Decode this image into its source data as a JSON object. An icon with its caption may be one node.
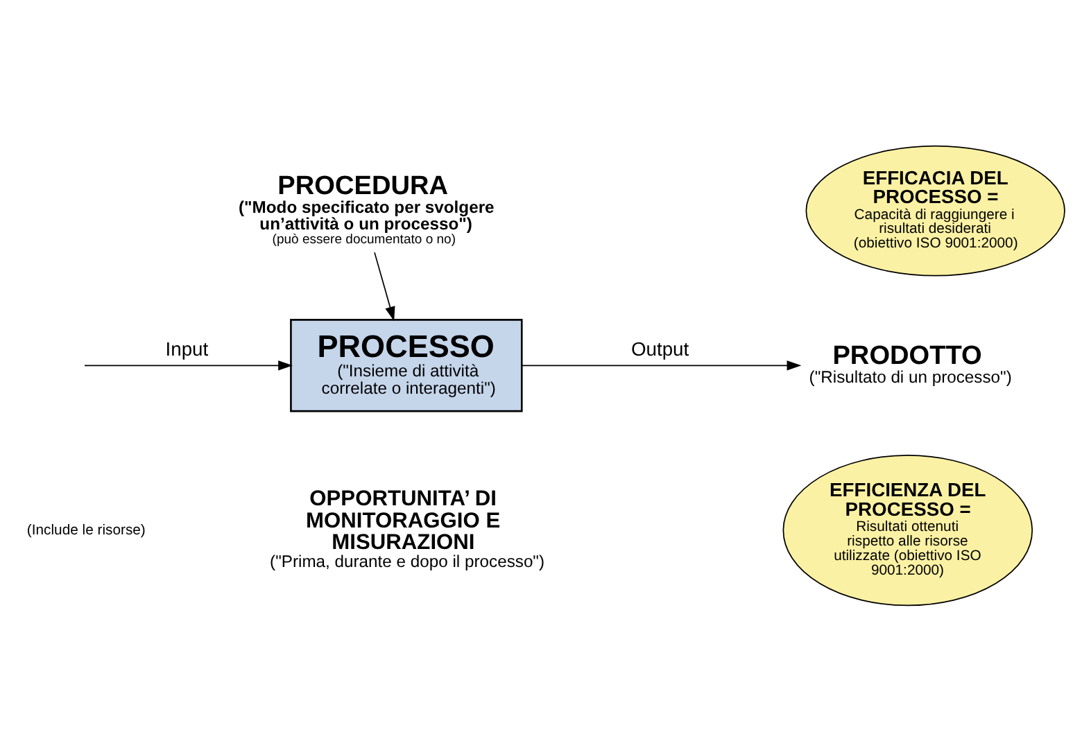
{
  "diagram": {
    "nodes": [
      {
        "text": [
          "PROCEDURA",
          "(\"Modo specificato per svolgere un’attività o un processo\")",
          "(può essere documentato o no)"
        ]
      },
      {
        "text": [
          "EFFICACIA DEL PROCESSO =",
          "Capacità di raggiungere i risultati desiderati (obiettivo ISO 9001:2000)"
        ]
      },
      {
        "text": [
          "PROCESSO",
          "(\"Insieme di attività correlate o interagenti\")"
        ]
      },
      {
        "text": [
          "PRODOTTO",
          "(\"Risultato di un processo\")"
        ]
      },
      {
        "text": [
          "OPPORTUNITA’ DI MONITORAGGIO E MISURAZIONI",
          "(\"Prima, durante e dopo il processo\")"
        ]
      },
      {
        "text": [
          "EFFICIENZA DEL PROCESSO =",
          "Risultati ottenuti rispetto alle risorse utilizzate (obiettivo ISO 9001:2000)"
        ]
      }
    ],
    "edges": [
      {
        "from": 0,
        "to": 2,
        "arrow": "to"
      },
      {
        "from": null,
        "to": 2,
        "arrow": "to",
        "label": "Input"
      },
      {
        "from": 2,
        "to": 3,
        "arrow": "to",
        "label": "Output"
      }
    ],
    "labels": [
      "(Include le risorse)"
    ]
  }
}
